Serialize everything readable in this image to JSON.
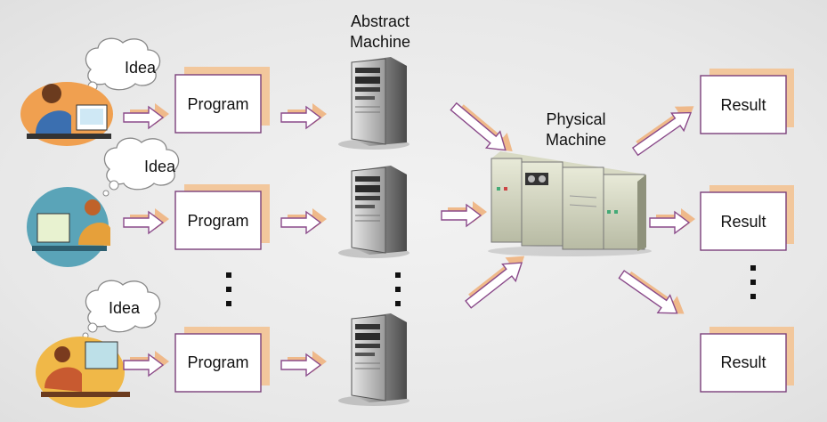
{
  "labels": {
    "idea": "Idea",
    "program": "Program",
    "abstract_machine_line1": "Abstract",
    "abstract_machine_line2": "Machine",
    "physical_machine_line1": "Physical",
    "physical_machine_line2": "Machine",
    "result": "Result"
  },
  "colors": {
    "shadow": "#f2c79c",
    "box_border": "#7a3f7a",
    "arrow_outline": "#8a4a8a",
    "arrow_fill": "#ffffff",
    "arrow_shadow": "#efb98a",
    "background": "#ececec"
  },
  "icons": [
    "person-at-computer-icon",
    "thought-bubble-icon",
    "tower-server-icon",
    "mainframe-icon",
    "vertical-ellipsis-icon"
  ]
}
